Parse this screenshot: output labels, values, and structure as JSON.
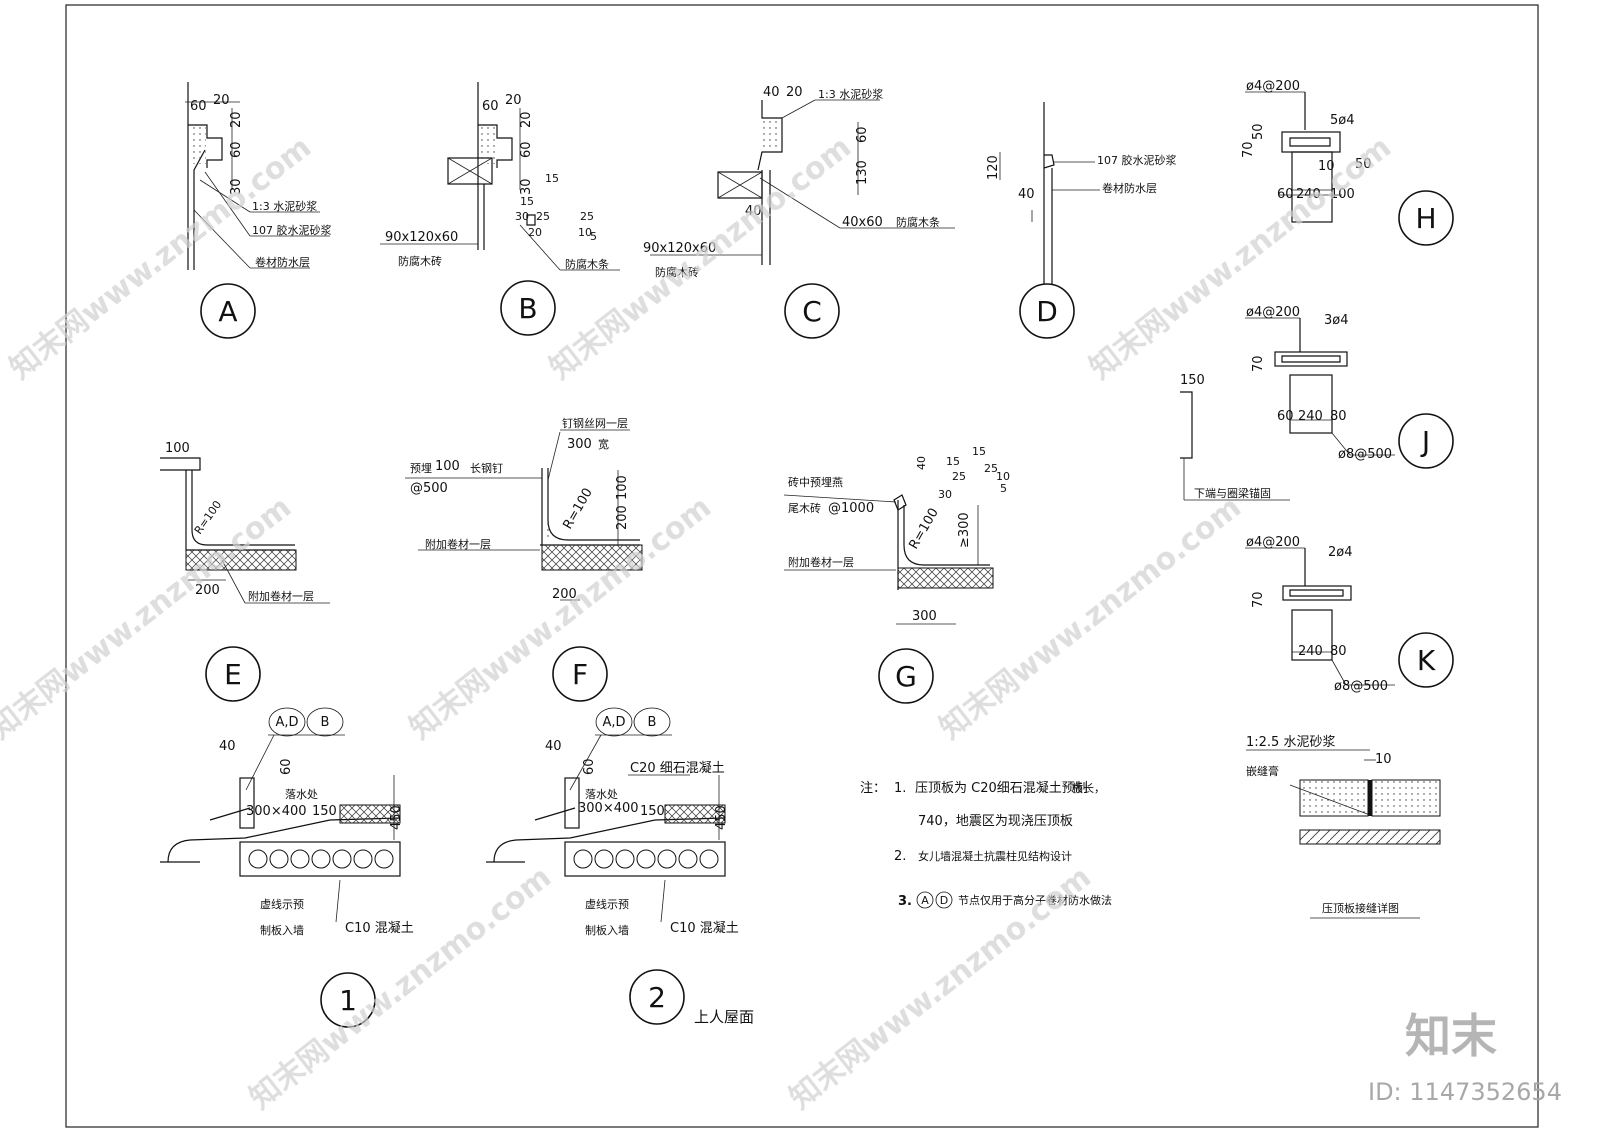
{
  "watermark": {
    "site": "知末网www.znzmo.com",
    "brand": "知末",
    "id": "ID: 1147352654"
  },
  "details": {
    "A": {
      "label": "A",
      "dims": [
        "60",
        "20",
        "20",
        "60",
        "30"
      ],
      "notes": [
        "1:3 水泥砂浆",
        "107 胶水泥砂浆",
        "卷材防水层"
      ]
    },
    "B": {
      "label": "B",
      "dims": [
        "60",
        "20",
        "20",
        "60",
        "30",
        "30",
        "15",
        "25",
        "20",
        "15",
        "25",
        "10",
        "5"
      ],
      "notes": [
        "90x120x60",
        "防腐木砖",
        "防腐木条"
      ]
    },
    "C": {
      "label": "C",
      "dims": [
        "40",
        "20",
        "60",
        "130",
        "40"
      ],
      "notes": [
        "1:3 水泥砂浆",
        "40x60",
        "防腐木条",
        "90x120x60",
        "防腐木砖"
      ]
    },
    "D": {
      "label": "D",
      "dims": [
        "120",
        "40"
      ],
      "notes": [
        "107 胶水泥砂浆",
        "卷材防水层"
      ]
    },
    "E": {
      "label": "E",
      "dims": [
        "100",
        "R=100",
        "200"
      ],
      "notes": [
        "附加卷材一层"
      ]
    },
    "F": {
      "label": "F",
      "dims": [
        "300",
        "100",
        "100",
        "200",
        "R=100",
        "200"
      ],
      "notes": [
        "钉钢丝网一层",
        "宽",
        "预埋",
        "长钢钉",
        "@500",
        "附加卷材一层"
      ]
    },
    "G": {
      "label": "G",
      "dims": [
        "40",
        "15",
        "25",
        "30",
        "15",
        "25",
        "10",
        "5",
        "R=100",
        "≥300",
        "300"
      ],
      "notes": [
        "砖中预埋燕",
        "尾木砖",
        "@1000",
        "附加卷材一层"
      ]
    },
    "H": {
      "label": "H",
      "dims": [
        "ø4@200",
        "5ø4",
        "70",
        "50",
        "10",
        "50",
        "60",
        "240",
        "100"
      ]
    },
    "J": {
      "label": "J",
      "dims": [
        "ø4@200",
        "3ø4",
        "70",
        "60",
        "240",
        "80",
        "ø8@500",
        "150"
      ],
      "notes": [
        "下端与圈梁锚固"
      ]
    },
    "K": {
      "label": "K",
      "dims": [
        "ø4@200",
        "2ø4",
        "70",
        "240",
        "80",
        "ø8@500"
      ]
    },
    "1": {
      "label": "1",
      "dims": [
        "40",
        "60",
        "300×400",
        "150",
        "450"
      ],
      "tags": [
        "A,D",
        "B"
      ],
      "notes": [
        "落水处",
        "虚线示预",
        "制板入墙",
        "C10 混凝土"
      ]
    },
    "2": {
      "label": "2",
      "dims": [
        "40",
        "60",
        "300×400",
        "150",
        "450"
      ],
      "tags": [
        "A,D",
        "B"
      ],
      "notes": [
        "C20 细石混凝土",
        "落水处",
        "虚线示预",
        "制板入墙",
        "C10 混凝土"
      ],
      "caption": "上人屋面"
    },
    "joint": {
      "dims": [
        "10"
      ],
      "notes": [
        "1:2.5 水泥砂浆",
        "嵌缝膏",
        "压顶板接缝详图"
      ]
    }
  },
  "general_notes": {
    "heading": "注：",
    "line1_num": "1.",
    "line1": "压顶板为 C20细石混凝土预制",
    "line1_tail": "板长，",
    "line1b": "740，地震区为现浇压顶板",
    "line2_num": "2.",
    "line2": "女儿墙混凝土抗震柱见结构设计",
    "line3_num": "3.",
    "line3_a": "A",
    "line3_d": "D",
    "line3": "节点仅用于高分子卷材防水做法"
  }
}
